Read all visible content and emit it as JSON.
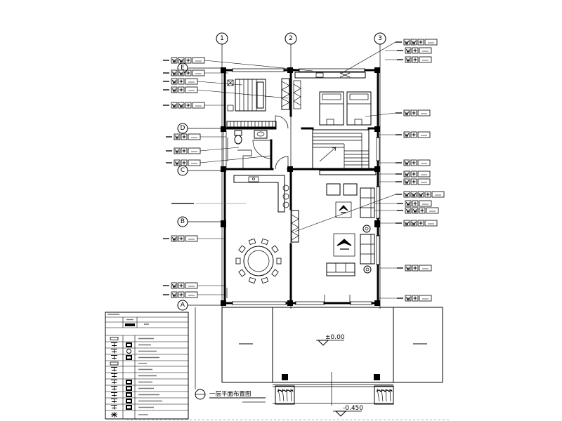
{
  "drawing": {
    "title": "一层平面布置图"
  },
  "grid": {
    "columns": [
      "1",
      "2",
      "3"
    ],
    "rows": [
      "E",
      "D",
      "C",
      "B",
      "A"
    ]
  },
  "elevations": {
    "floor": "±0.00",
    "ground": "-0.450"
  }
}
